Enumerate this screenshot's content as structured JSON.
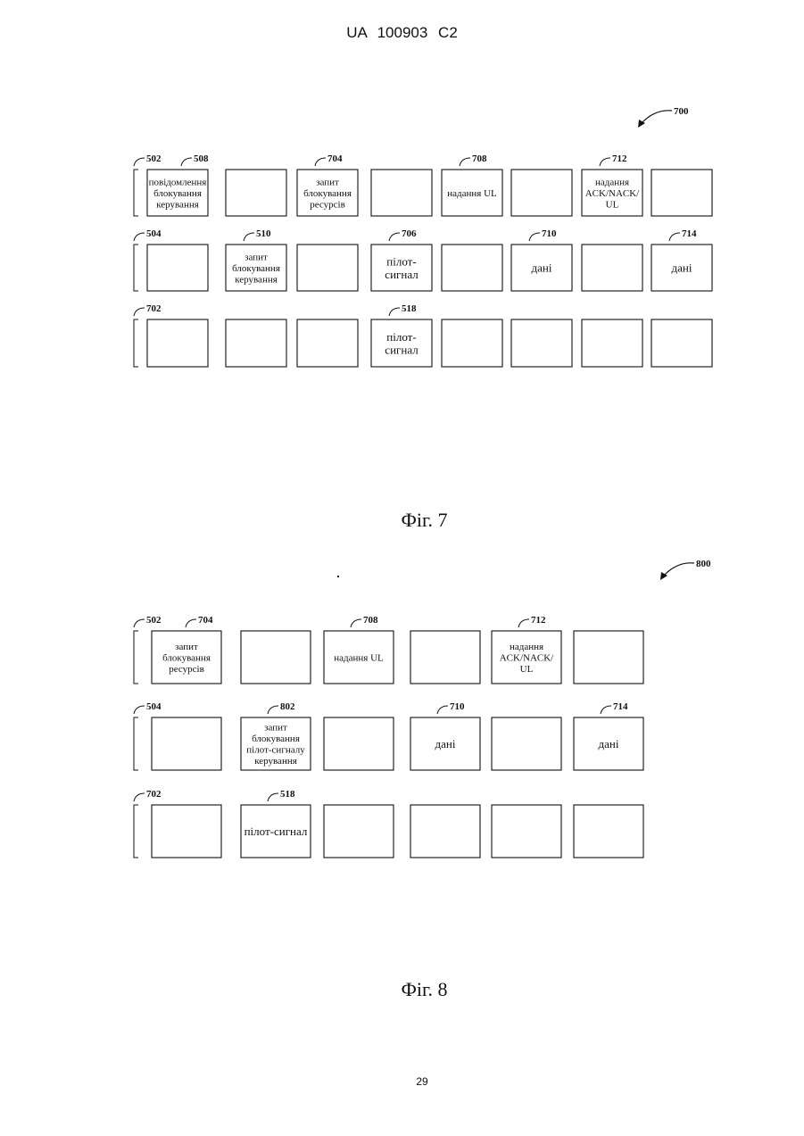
{
  "header": "UA 100903 C2",
  "page_number": "29",
  "figures": [
    {
      "caption": "Фіг. 7",
      "ref": "700",
      "rows": [
        {
          "ref": "502",
          "cells": [
            {
              "ref": "508",
              "text": "повідомлення\nблокування\nкерування"
            },
            {
              "text": ""
            },
            {
              "ref": "704",
              "text": "запит\nблокування\nресурсів"
            },
            {
              "text": ""
            },
            {
              "ref": "708",
              "text": "надання UL"
            },
            {
              "text": ""
            },
            {
              "ref": "712",
              "text": "надання\nACK/NACK/\nUL"
            },
            {
              "text": ""
            }
          ]
        },
        {
          "ref": "504",
          "cells": [
            {
              "text": ""
            },
            {
              "ref": "510",
              "text": "запит\nблокування\nкерування"
            },
            {
              "text": ""
            },
            {
              "ref": "706",
              "text": "пілот-\nсигнал"
            },
            {
              "text": ""
            },
            {
              "ref": "710",
              "text": "дані"
            },
            {
              "text": ""
            },
            {
              "ref": "714",
              "text": "дані"
            }
          ]
        },
        {
          "ref": "702",
          "cells": [
            {
              "text": ""
            },
            {
              "text": ""
            },
            {
              "text": ""
            },
            {
              "ref": "518",
              "text": "пілот-\nсигнал"
            },
            {
              "text": ""
            },
            {
              "text": ""
            },
            {
              "text": ""
            },
            {
              "text": ""
            }
          ]
        }
      ]
    },
    {
      "caption": "Фіг. 8",
      "ref": "800",
      "rows": [
        {
          "ref": "502",
          "cells": [
            {
              "ref": "704",
              "text": "запит\nблокування\nресурсів"
            },
            {
              "text": ""
            },
            {
              "ref": "708",
              "text": "надання UL"
            },
            {
              "text": ""
            },
            {
              "ref": "712",
              "text": "надання\nACK/NACK/\nUL"
            },
            {
              "text": ""
            }
          ]
        },
        {
          "ref": "504",
          "cells": [
            {
              "text": ""
            },
            {
              "ref": "802",
              "text": "запит\nблокування\nпілот-сигналу\nкерування"
            },
            {
              "text": ""
            },
            {
              "ref": "710",
              "text": "дані"
            },
            {
              "text": ""
            },
            {
              "ref": "714",
              "text": "дані"
            }
          ]
        },
        {
          "ref": "702",
          "cells": [
            {
              "text": ""
            },
            {
              "ref": "518",
              "text": "пілот-сигнал"
            },
            {
              "text": ""
            },
            {
              "text": ""
            },
            {
              "text": ""
            },
            {
              "text": ""
            }
          ]
        }
      ]
    }
  ]
}
